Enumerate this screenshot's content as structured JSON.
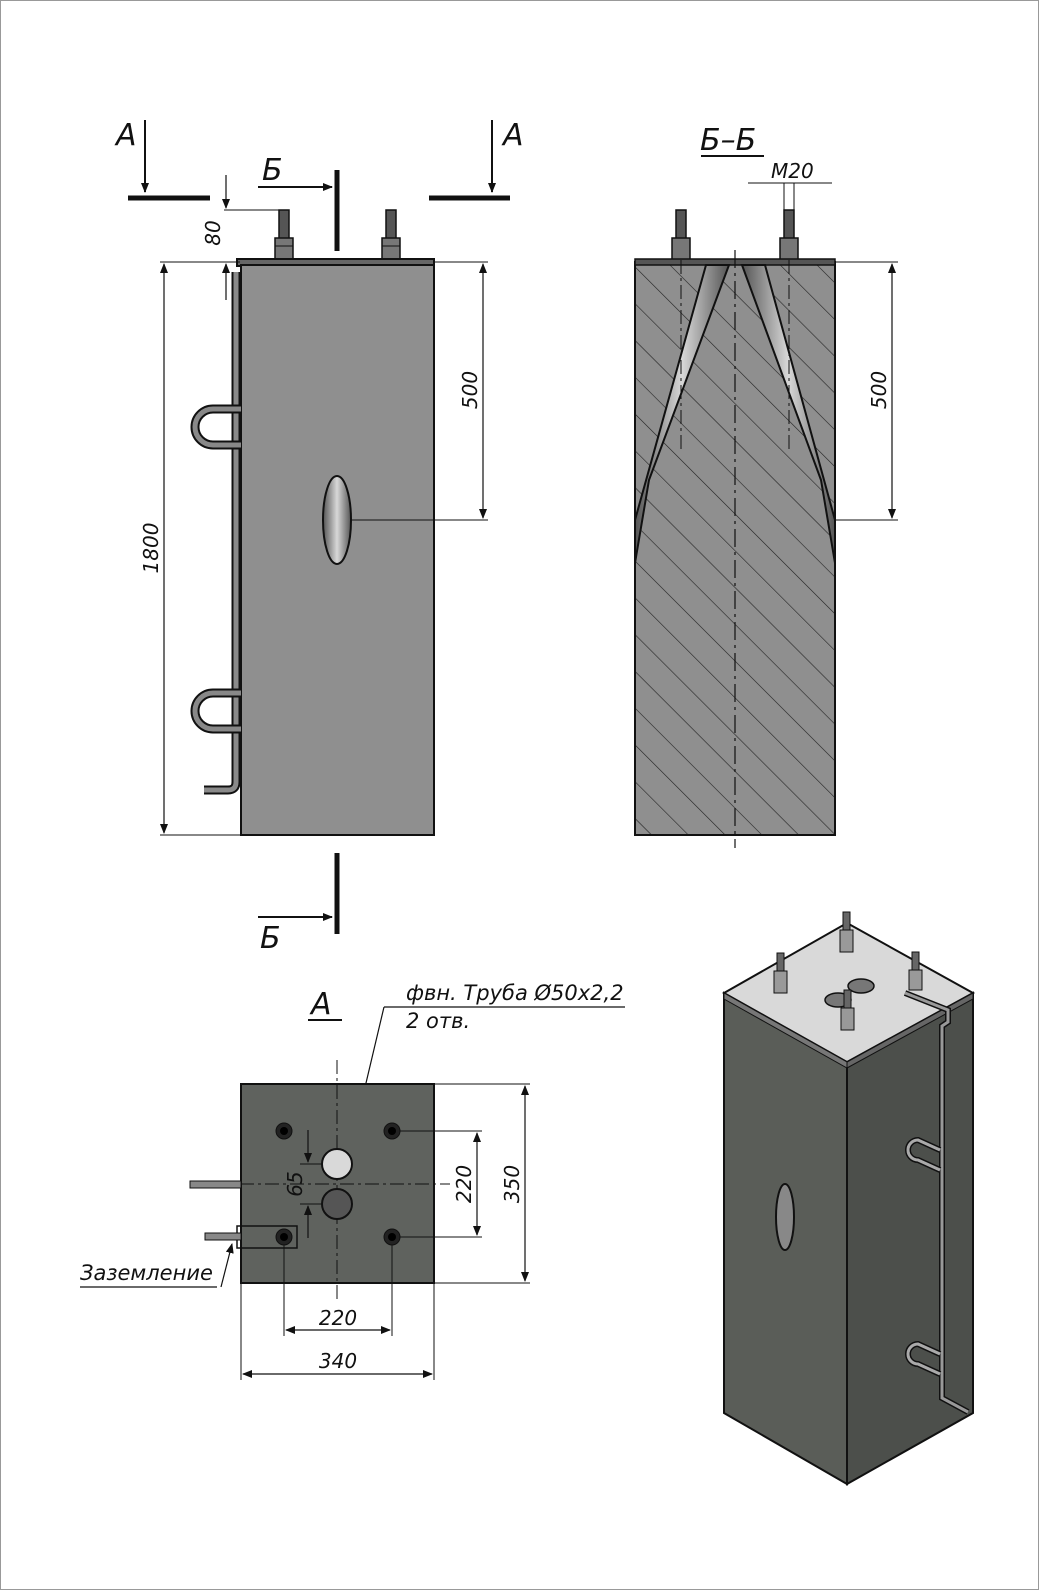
{
  "views": {
    "section_a_left": "А",
    "section_a_right": "А",
    "section_b_top": "Б",
    "section_b_bottom": "Б",
    "section_bb_title": "Б–Б",
    "view_a_title": "А"
  },
  "front_view": {
    "dim_height": "1800",
    "dim_bolt_projection": "80",
    "dim_pipe_depth": "500"
  },
  "section_view": {
    "dim_thread": "М20",
    "dim_pipe_depth": "500"
  },
  "plan_view": {
    "pipe_note_line1": "фвн. Труба Ø50х2,2",
    "pipe_note_line2": "2 отв.",
    "grounding_label": "Заземление",
    "dim_pipe_spacing": "65",
    "dim_bolt_spacing_v": "220",
    "dim_width_v": "350",
    "dim_bolt_spacing_h": "220",
    "dim_width_h": "340"
  },
  "colors": {
    "concrete": "#8f8f8f",
    "concrete_dark": "#5f625e",
    "concrete_side": "#4c4f4b",
    "plate": "#d9d9d9",
    "line": "#111111"
  }
}
